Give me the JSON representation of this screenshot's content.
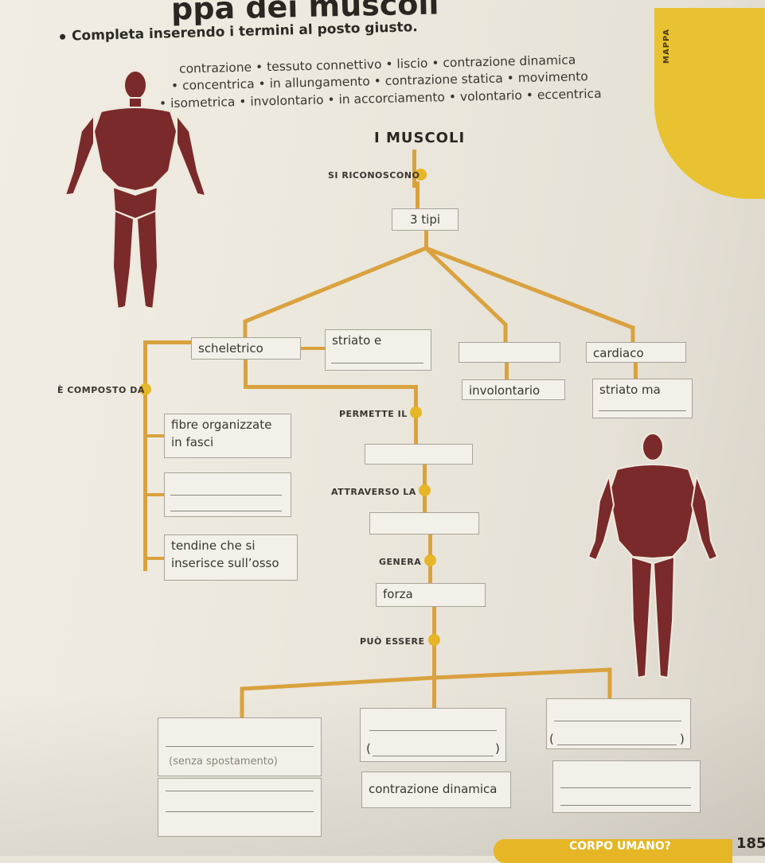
{
  "page": {
    "title": "ppa dei muscoli",
    "instruction": "Completa inserendo i termini al posto giusto.",
    "tab_label": "MAPPA",
    "footer_text": "CORPO UMANO?",
    "page_number": "185"
  },
  "word_bank": {
    "line1": "contrazione • tessuto connettivo • liscio • contrazione dinamica",
    "line2": "• concentrica • in allungamento • contrazione statica • movimento",
    "line3": "• isometrica • involontario • in accorciamento • volontario • eccentrica"
  },
  "map": {
    "heading": "I MUSCOLI",
    "cap_si_riconoscono": "SI RICONOSCONO",
    "box_3_tipi": "3 tipi",
    "box_scheletrico": "scheletrico",
    "box_striato": "striato e",
    "box_involontario": "involontario",
    "box_cardiaco": "cardiaco",
    "box_striato_ma": "striato ma",
    "cap_composto_da": "È COMPOSTO DA",
    "box_fibre_1": "fibre organizzate",
    "box_fibre_2": "in fasci",
    "box_tendine_1": "tendine che si",
    "box_tendine_2": "inserisce sull’osso",
    "cap_permette": "PERMETTE IL",
    "cap_attraverso": "ATTRAVERSO LA",
    "cap_genera": "GENERA",
    "box_forza": "forza",
    "cap_puo_essere": "PUÒ ESSERE",
    "box_bottom_left_paren": "(senza spostamento)",
    "box_bottom_mid_open": "(",
    "box_bottom_mid_close": ")",
    "box_bottom_right_open": "(",
    "box_bottom_right_close": ")",
    "box_contrazione_dinamica": "contrazione dinamica"
  },
  "colors": {
    "connector": "#d9a23f",
    "dot": "#e6b626",
    "tab": "#e8c230",
    "muscle": "#7a2a2a"
  }
}
